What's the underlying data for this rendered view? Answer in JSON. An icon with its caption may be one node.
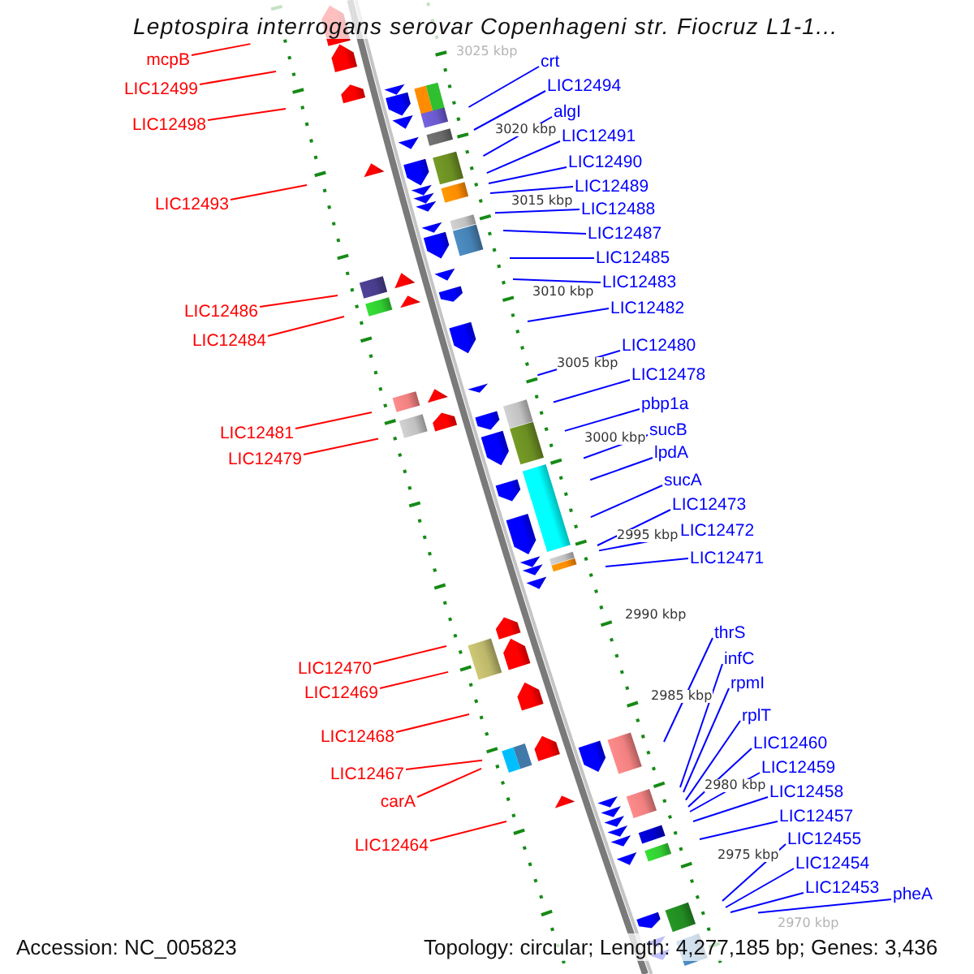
{
  "diagram": {
    "title": "Leptospira interrogans serovar Copenhageni str. Fiocruz L1-1...",
    "nodes": [
      {
        "text": [
          "mcpB"
        ]
      },
      {
        "text": [
          "LIC12499"
        ]
      },
      {
        "text": [
          "LIC12498"
        ]
      },
      {
        "text": [
          "LIC12493"
        ]
      },
      {
        "text": [
          "LIC12486"
        ]
      },
      {
        "text": [
          "LIC12484"
        ]
      },
      {
        "text": [
          "LIC12481"
        ]
      },
      {
        "text": [
          "LIC12479"
        ]
      },
      {
        "text": [
          "LIC12470"
        ]
      },
      {
        "text": [
          "LIC12469"
        ]
      },
      {
        "text": [
          "LIC12468"
        ]
      },
      {
        "text": [
          "LIC12467"
        ]
      },
      {
        "text": [
          "carA"
        ]
      },
      {
        "text": [
          "LIC12464"
        ]
      },
      {
        "text": [
          "crt"
        ]
      },
      {
        "text": [
          "LIC12494"
        ]
      },
      {
        "text": [
          "algI"
        ]
      },
      {
        "text": [
          "LIC12491"
        ]
      },
      {
        "text": [
          "LIC12490"
        ]
      },
      {
        "text": [
          "LIC12489"
        ]
      },
      {
        "text": [
          "LIC12488"
        ]
      },
      {
        "text": [
          "LIC12487"
        ]
      },
      {
        "text": [
          "LIC12485"
        ]
      },
      {
        "text": [
          "LIC12483"
        ]
      },
      {
        "text": [
          "LIC12482"
        ]
      },
      {
        "text": [
          "LIC12480"
        ]
      },
      {
        "text": [
          "LIC12478"
        ]
      },
      {
        "text": [
          "pbp1a"
        ]
      },
      {
        "text": [
          "sucB"
        ]
      },
      {
        "text": [
          "lpdA"
        ]
      },
      {
        "text": [
          "sucA"
        ]
      },
      {
        "text": [
          "LIC12473"
        ]
      },
      {
        "text": [
          "LIC12472"
        ]
      },
      {
        "text": [
          "LIC12471"
        ]
      },
      {
        "text": [
          "thrS"
        ]
      },
      {
        "text": [
          "infC"
        ]
      },
      {
        "text": [
          "rpmI"
        ]
      },
      {
        "text": [
          "rplT"
        ]
      },
      {
        "text": [
          "LIC12460"
        ]
      },
      {
        "text": [
          "LIC12459"
        ]
      },
      {
        "text": [
          "LIC12458"
        ]
      },
      {
        "text": [
          "LIC12457"
        ]
      },
      {
        "text": [
          "LIC12455"
        ]
      },
      {
        "text": [
          "LIC12454"
        ]
      },
      {
        "text": [
          "LIC12453"
        ]
      },
      {
        "text": [
          "pheA"
        ]
      }
    ],
    "edges": [
      {
        "from": 0,
        "to": null,
        "arrow": "none",
        "color": "#ff0000"
      },
      {
        "from": 1,
        "to": null,
        "arrow": "none",
        "color": "#ff0000"
      },
      {
        "from": 2,
        "to": null,
        "arrow": "none",
        "color": "#ff0000"
      },
      {
        "from": 3,
        "to": null,
        "arrow": "none",
        "color": "#ff0000"
      },
      {
        "from": 4,
        "to": null,
        "arrow": "none",
        "color": "#ff0000"
      },
      {
        "from": 5,
        "to": null,
        "arrow": "none",
        "color": "#ff0000"
      },
      {
        "from": 6,
        "to": null,
        "arrow": "none",
        "color": "#ff0000"
      },
      {
        "from": 7,
        "to": null,
        "arrow": "none",
        "color": "#ff0000"
      },
      {
        "from": 8,
        "to": null,
        "arrow": "none",
        "color": "#ff0000"
      },
      {
        "from": 9,
        "to": null,
        "arrow": "none",
        "color": "#ff0000"
      },
      {
        "from": 10,
        "to": null,
        "arrow": "none",
        "color": "#ff0000"
      },
      {
        "from": 11,
        "to": null,
        "arrow": "none",
        "color": "#ff0000"
      },
      {
        "from": 12,
        "to": null,
        "arrow": "none",
        "color": "#ff0000"
      },
      {
        "from": 13,
        "to": null,
        "arrow": "none",
        "color": "#ff0000"
      },
      {
        "from": 14,
        "to": null,
        "arrow": "none"
      },
      {
        "from": 15,
        "to": null,
        "arrow": "none"
      },
      {
        "from": 16,
        "to": null,
        "arrow": "none"
      },
      {
        "from": 17,
        "to": null,
        "arrow": "none"
      },
      {
        "from": 18,
        "to": null,
        "arrow": "none"
      },
      {
        "from": 19,
        "to": null,
        "arrow": "none"
      },
      {
        "from": 20,
        "to": null,
        "arrow": "none"
      },
      {
        "from": 21,
        "to": null,
        "arrow": "none"
      },
      {
        "from": 22,
        "to": null,
        "arrow": "none"
      },
      {
        "from": 23,
        "to": null,
        "arrow": "none"
      },
      {
        "from": 24,
        "to": null,
        "arrow": "none"
      },
      {
        "from": 25,
        "to": null,
        "arrow": "none"
      },
      {
        "from": 26,
        "to": null,
        "arrow": "none"
      },
      {
        "from": 27,
        "to": null,
        "arrow": "none"
      },
      {
        "from": 28,
        "to": null,
        "arrow": "none"
      },
      {
        "from": 29,
        "to": null,
        "arrow": "none"
      },
      {
        "from": 30,
        "to": null,
        "arrow": "none"
      },
      {
        "from": 31,
        "to": null,
        "arrow": "none"
      },
      {
        "from": 32,
        "to": null,
        "arrow": "none"
      },
      {
        "from": 33,
        "to": null,
        "arrow": "none"
      },
      {
        "from": 34,
        "to": null,
        "arrow": "none"
      },
      {
        "from": 35,
        "to": null,
        "arrow": "none"
      },
      {
        "from": 36,
        "to": null,
        "arrow": "none"
      },
      {
        "from": 37,
        "to": null,
        "arrow": "none"
      },
      {
        "from": 38,
        "to": null,
        "arrow": "none"
      },
      {
        "from": 39,
        "to": null,
        "arrow": "none"
      },
      {
        "from": 40,
        "to": null,
        "arrow": "none"
      },
      {
        "from": 41,
        "to": null,
        "arrow": "none"
      },
      {
        "from": 42,
        "to": null,
        "arrow": "none"
      },
      {
        "from": 43,
        "to": null,
        "arrow": "none"
      },
      {
        "from": 44,
        "to": null,
        "arrow": "none"
      },
      {
        "from": 45,
        "to": null,
        "arrow": "none"
      }
    ],
    "labels": [
      "3025 kbp",
      "3020 kbp",
      "3015 kbp",
      "3010 kbp",
      "3005 kbp",
      "3000 kbp",
      "2995 kbp",
      "2990 kbp",
      "2985 kbp",
      "2980 kbp",
      "2975 kbp",
      "2970 kbp",
      "Accession: NC_005823",
      "Topology: circular; Length: 4,277,185 bp; Genes: 3,436"
    ]
  }
}
